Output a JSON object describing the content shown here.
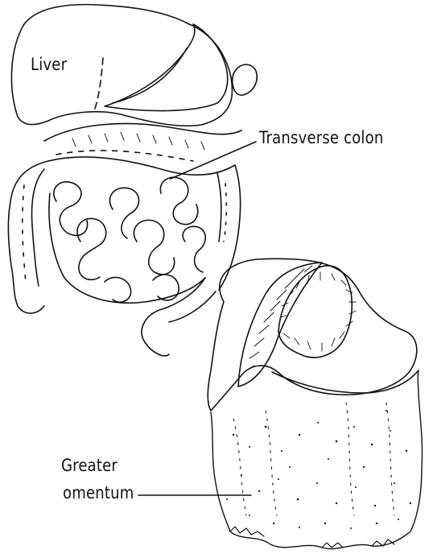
{
  "labels": {
    "liver": "Liver",
    "transverse_colon": "Transverse colon",
    "greater_omentum_line1": "Greater",
    "greater_omentum_line2": "omentum"
  },
  "colors": {
    "ink": "#111111",
    "background": "#ffffff"
  }
}
